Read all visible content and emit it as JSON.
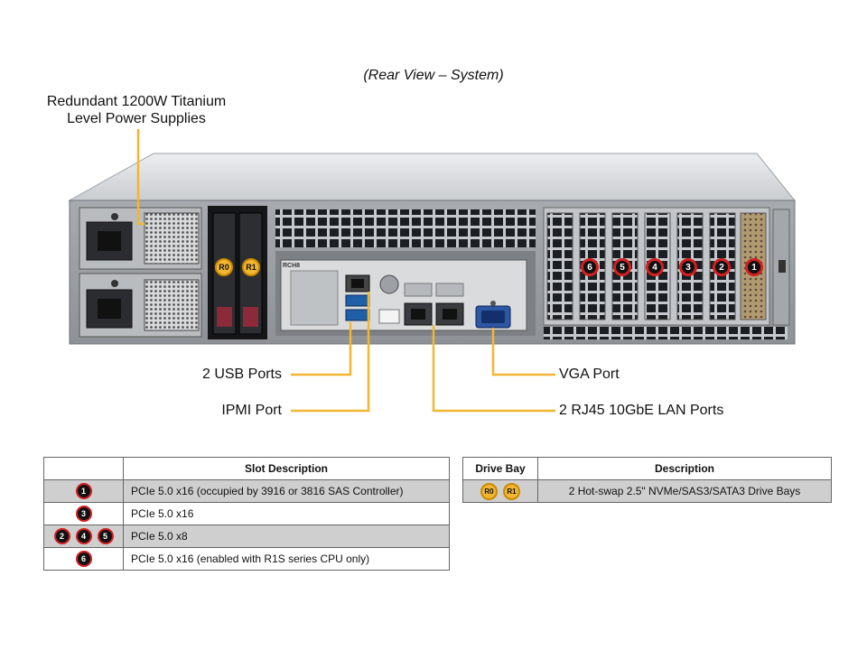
{
  "view_title": "(Rear View – System)",
  "callouts": {
    "psu_line1": "Redundant 1200W Titanium",
    "psu_line2": "Level Power Supplies",
    "usb": "2 USB Ports",
    "ipmi": "IPMI Port",
    "vga": "VGA Port",
    "lan": "2 RJ45 10GbE LAN Ports"
  },
  "chassis": {
    "io_label": "RCH8",
    "drive_badges": [
      "R0",
      "R1"
    ],
    "slot_badges": [
      "6",
      "5",
      "4",
      "3",
      "2",
      "1"
    ]
  },
  "colors": {
    "callout_line": "#f2b632",
    "badge_ring": "#d21f1f",
    "drive_badge": "#f2b632",
    "table_shade": "#cfcfcf"
  },
  "slot_table": {
    "header": "Slot Description",
    "rows": [
      {
        "badges": [
          "1"
        ],
        "desc": "PCIe 5.0 x16 (occupied by 3916 or 3816 SAS Controller)"
      },
      {
        "badges": [
          "3"
        ],
        "desc": "PCIe 5.0 x16"
      },
      {
        "badges": [
          "2",
          "4",
          "5"
        ],
        "desc": "PCIe 5.0 x8"
      },
      {
        "badges": [
          "6"
        ],
        "desc": "PCIe 5.0 x16 (enabled with R1S series CPU only)"
      }
    ]
  },
  "drive_table": {
    "header_bay": "Drive Bay",
    "header_desc": "Description",
    "rows": [
      {
        "badges": [
          "R0",
          "R1"
        ],
        "desc": "2 Hot-swap 2.5\" NVMe/SAS3/SATA3 Drive Bays"
      }
    ]
  }
}
